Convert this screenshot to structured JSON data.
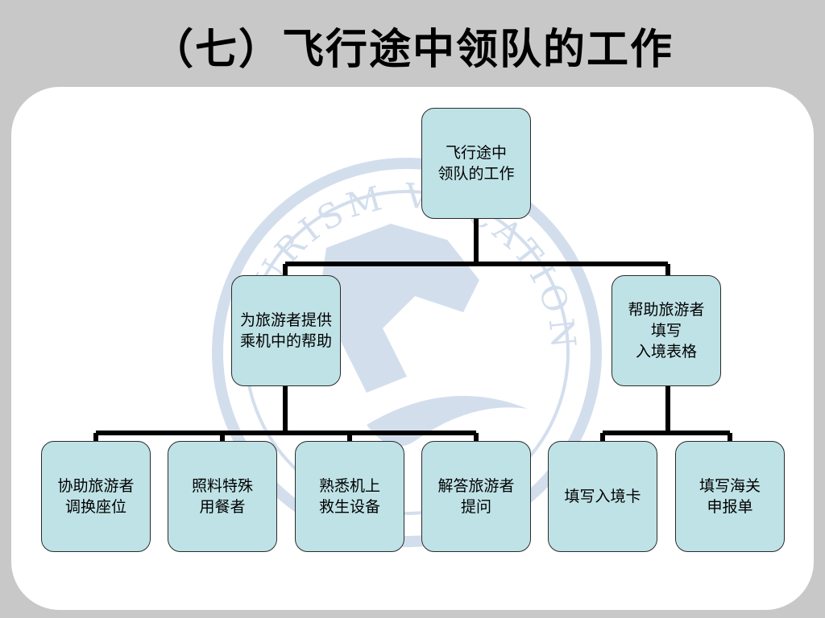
{
  "slide": {
    "title": "（七）飞行途中领队的工作"
  },
  "diagram": {
    "root": {
      "lines": [
        "飞行途中",
        "领队的工作"
      ]
    },
    "level1": [
      {
        "lines": [
          "为旅游者提供",
          "乘机中的帮助"
        ]
      },
      {
        "lines": [
          "帮助旅游者",
          "填写",
          "入境表格"
        ]
      }
    ],
    "level2_left": [
      {
        "lines": [
          "协助旅游者",
          "调换座位"
        ]
      },
      {
        "lines": [
          "照料特殊",
          "用餐者"
        ]
      },
      {
        "lines": [
          "熟悉机上",
          "救生设备"
        ]
      },
      {
        "lines": [
          "解答旅游者",
          "提问"
        ]
      }
    ],
    "level2_right": [
      {
        "lines": [
          "填写入境卡"
        ]
      },
      {
        "lines": [
          "填写海关",
          "申报单"
        ]
      }
    ]
  },
  "colors": {
    "node_fill": "#bfe2e6",
    "connector": "#000000",
    "watermark": "#3b6fb0"
  },
  "watermark": {
    "icon": "college-horse-logo-icon",
    "text": "TOURISM VOCATIONAL COLLEGE"
  }
}
